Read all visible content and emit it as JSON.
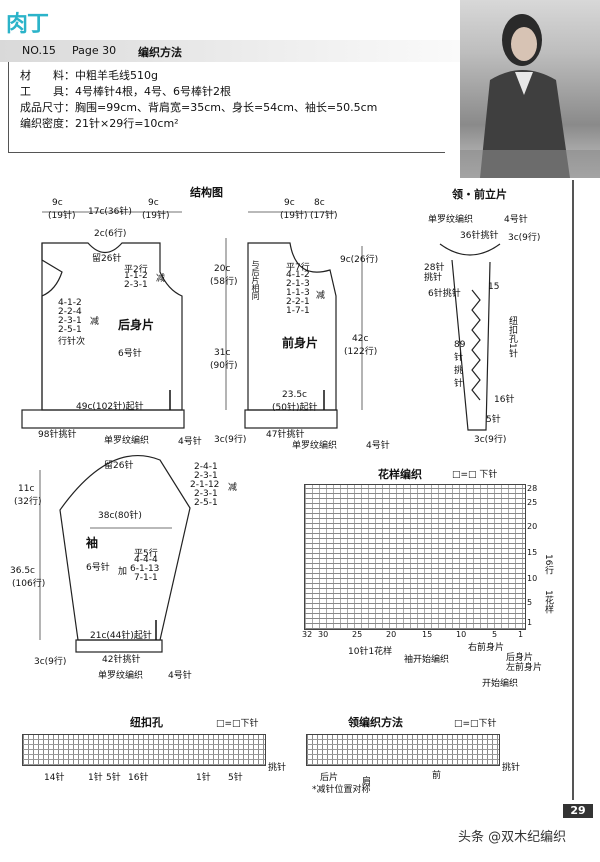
{
  "logo": "肉丁",
  "header": {
    "no": "NO.15",
    "page": "Page 30",
    "title": "编织方法"
  },
  "info": [
    "材　　料：中粗羊毛线510g",
    "工　　具：4号棒针4根，4号、6号棒针2根",
    "成品尺寸：胸围=99cm、背肩宽=35cm、身长=54cm、袖长=50.5cm",
    "编织密度：21针×29行=10cm²"
  ],
  "struct": {
    "title": "结构图",
    "back": {
      "name": "后身片",
      "needle": "6号针",
      "top": [
        "9c",
        "(19针)",
        "17c(36针)",
        "9c",
        "(19针)"
      ],
      "neck": [
        "2c(6行)",
        "留26针"
      ],
      "shoulder": [
        "平2行",
        "1-1-2",
        "2-3-1",
        "减"
      ],
      "armhole": [
        "4-1-2",
        "2-2-4",
        "2-3-1",
        "2-5-1",
        "行针次",
        "减"
      ],
      "height": [
        "20c",
        "(58行)",
        "31c",
        "(90行)"
      ],
      "bottom": [
        "49c(102针)起针",
        "98针挑针",
        "单罗纹编织",
        "4号针",
        "3c(9行)"
      ]
    },
    "front": {
      "name": "前身片",
      "top": [
        "9c",
        "(19针)",
        "8c",
        "(17针)"
      ],
      "neck": [
        "9c(26行)",
        "平7行",
        "4-1-2",
        "2-1-3",
        "1-1-3",
        "2-2-1",
        "1-7-1",
        "减"
      ],
      "side": [
        "与后片相同",
        "42c",
        "(122行)"
      ],
      "bottom": [
        "23.5c",
        "(50针)起针",
        "47针挑针",
        "单罗纹编织",
        "4号针"
      ]
    },
    "sleeve": {
      "name": "袖",
      "needle": "6号针",
      "cap": [
        "留26针",
        "2-4-1",
        "2-3-1",
        "2-1-12",
        "2-3-1",
        "2-5-1",
        "减"
      ],
      "height": [
        "11c",
        "(32行)",
        "36.5c",
        "(106行)"
      ],
      "width": [
        "38c(80针)",
        "21c(44针)起针",
        "42针挑针"
      ],
      "inc": [
        "平5行",
        "4-4-4",
        "6-1-13",
        "7-1-1",
        "加"
      ],
      "bottom": [
        "3c(9行)",
        "单罗纹编织",
        "4号针"
      ]
    }
  },
  "band": {
    "title": "领・前立片",
    "labels": [
      "单罗纹编织",
      "4号针",
      "36针挑针",
      "3c(9行)",
      "28针",
      "挑针",
      "6针挑针",
      "15",
      "89针挑针",
      "纽扣孔1针",
      "16针",
      "5针",
      "3c(9行)"
    ]
  },
  "pattern": {
    "title": "花样编织",
    "legend": "□=□ 下针",
    "rows": [
      "28",
      "25",
      "20",
      "15",
      "10",
      "5",
      "1"
    ],
    "cols": [
      "32",
      "30",
      "25",
      "20",
      "15",
      "10",
      "5",
      "1"
    ],
    "labels": [
      "10针1花样",
      "袖开始编织",
      "右前身片",
      "后身片",
      "左前身片",
      "开始编织",
      "16行",
      "1花样"
    ]
  },
  "buttonhole": {
    "title": "纽扣孔",
    "legend": "□=□下针",
    "labels": [
      "14针",
      "1针",
      "5针",
      "16针",
      "1针",
      "5针",
      "挑针"
    ]
  },
  "collar": {
    "title": "领编织方法",
    "legend": "□=□下针",
    "labels": [
      "后片",
      "肩",
      "前",
      "挑针",
      "*减针位置对称"
    ]
  },
  "page_no": "29",
  "watermark": "头条 @双木纪编织"
}
